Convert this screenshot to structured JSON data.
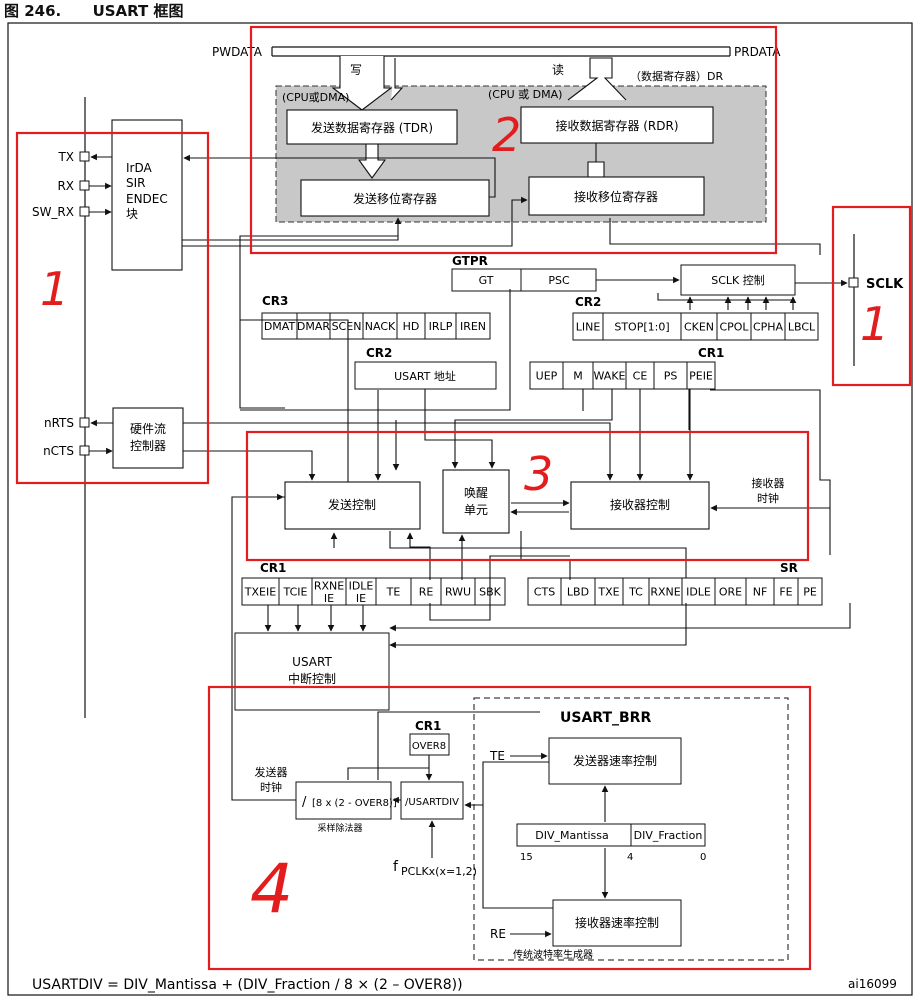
{
  "figure": {
    "number": "图 246.",
    "title": "USART 框图"
  },
  "bus": {
    "pwdata": "PWDATA",
    "prdata": "PRDATA",
    "write": "写",
    "read": "读",
    "dr_label": "（数据寄存器）DR",
    "cpu_dma_left": "(CPU或DMA)",
    "cpu_dma_right": "(CPU 或 DMA)"
  },
  "blocks": {
    "tdr": "发送数据寄存器 (TDR)",
    "rdr": "接收数据寄存器 (RDR)",
    "tx_shift": "发送移位寄存器",
    "rx_shift": "接收移位寄存器",
    "irda": [
      "IrDA",
      "SIR",
      "ENDEC",
      "块"
    ],
    "hw_flow": [
      "硬件流",
      "控制器"
    ],
    "sclk_ctrl": "SCLK 控制",
    "usart_addr": "USART 地址",
    "tx_ctrl": "发送控制",
    "wakeup": [
      "唤醒",
      "单元"
    ],
    "rx_ctrl": "接收器控制",
    "rx_clock": [
      "接收器",
      "时钟"
    ],
    "int_ctrl": [
      "USART",
      "中断控制"
    ],
    "tx_clock": [
      "发送器",
      "时钟"
    ],
    "sample_div_main": "/",
    "sample_div_expr": "[8 x (2 - OVER8)]",
    "sample_div_label": "采样除法器",
    "usartdiv_div": "/USARTDIV",
    "tx_rate": "发送器速率控制",
    "rx_rate": "接收器速率控制",
    "baud_gen": "传统波特率生成器",
    "fpclk_main": "f",
    "fpclk_sub": "PCLKx(x=1,2)"
  },
  "pins": {
    "tx": "TX",
    "rx": "RX",
    "sw_rx": "SW_RX",
    "nrts": "nRTS",
    "ncts": "nCTS",
    "sclk": "SCLK"
  },
  "registers": {
    "gtpr": {
      "name": "GTPR",
      "fields": [
        "GT",
        "PSC"
      ]
    },
    "cr3": {
      "name": "CR3",
      "fields": [
        "DMAT",
        "DMAR",
        "SCEN",
        "NACK",
        "HD",
        "IRLP",
        "IREN"
      ]
    },
    "cr2_top": {
      "name": "CR2",
      "fields": [
        "LINE",
        "STOP[1:0]",
        "CKEN",
        "CPOL",
        "CPHA",
        "LBCL"
      ]
    },
    "cr2_addr": {
      "name": "CR2"
    },
    "cr1_top": {
      "name": "CR1",
      "fields": [
        "UEP",
        "M",
        "WAKE",
        "CE",
        "PS",
        "PEIE"
      ]
    },
    "cr1_bottom": {
      "name": "CR1",
      "fields": [
        "TXEIE",
        "TCIE",
        "RXNE IE",
        "IDLE IE",
        "TE",
        "RE",
        "RWU",
        "SBK"
      ]
    },
    "sr": {
      "name": "SR",
      "fields": [
        "CTS",
        "LBD",
        "TXE",
        "TC",
        "RXNE",
        "IDLE",
        "ORE",
        "NF",
        "FE",
        "PE"
      ]
    },
    "cr1_over8": {
      "name": "CR1",
      "fields": [
        "OVER8"
      ]
    },
    "brr": {
      "name": "USART_BRR",
      "fields": [
        "DIV_Mantissa",
        "DIV_Fraction"
      ],
      "bits": [
        "15",
        "4",
        "0"
      ]
    }
  },
  "inputs": {
    "te": "TE",
    "re": "RE"
  },
  "annotations": {
    "n1_left": "1",
    "n1_right": "1",
    "n2": "2",
    "n3": "3",
    "n4": "4"
  },
  "formula": "USARTDIV = DIV_Mantissa + (DIV_Fraction / 8 × (2 – OVER8))",
  "figure_id": "ai16099",
  "colors": {
    "highlight": "#e31d1d",
    "shade": "#c8c8c8",
    "line": "#111111"
  }
}
